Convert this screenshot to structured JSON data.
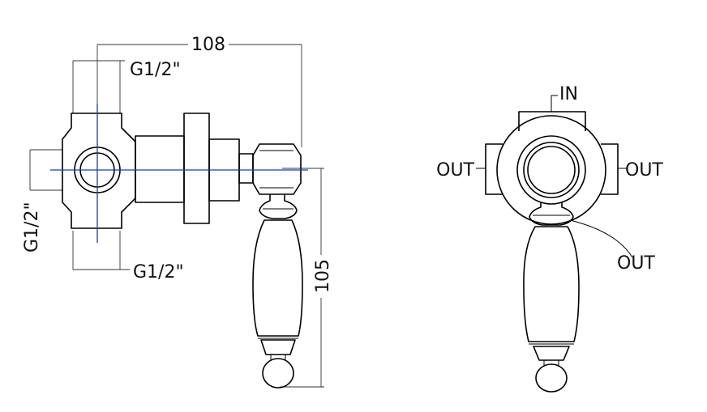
{
  "side_view": {
    "overall_length": "108",
    "thread_top": "G1/2\"",
    "thread_left": "G1/2\"",
    "thread_bottom": "G1/2\"",
    "handle_height": "105"
  },
  "front_view": {
    "port_in": "IN",
    "port_out_left": "OUT",
    "port_out_right": "OUT",
    "port_out_bottom": "OUT"
  },
  "colors": {
    "line": "#000000",
    "centerline": "#1a3fb0"
  }
}
